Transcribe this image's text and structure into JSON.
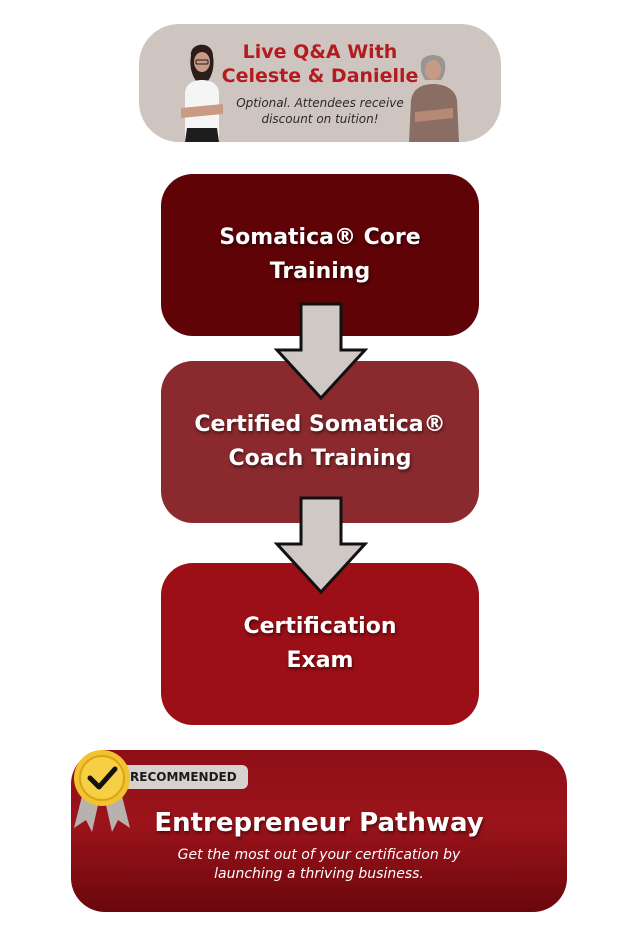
{
  "qa": {
    "title_line1": "Live Q&A With",
    "title_line2": "Celeste & Danielle",
    "subtitle_line1": "Optional. Attendees receive",
    "subtitle_line2": "discount on tuition!"
  },
  "steps": [
    {
      "line1": "Somatica® Core",
      "line2": "Training"
    },
    {
      "line1": "Certified Somatica®",
      "line2": "Coach Training"
    },
    {
      "line1": "Certification",
      "line2": "Exam"
    }
  ],
  "entrepreneur": {
    "badge": "RECOMMENDED",
    "title": "Entrepreneur Pathway",
    "subtitle_line1": "Get the most out of your certification by",
    "subtitle_line2": "launching a thriving business."
  },
  "colors": {
    "step1": "#5f0307",
    "step2": "#8b2a2e",
    "step3": "#9c0f16",
    "accent_red": "#b31b1f",
    "arrow_fill": "#d0c8c4",
    "badge_gold": "#f2c230"
  }
}
